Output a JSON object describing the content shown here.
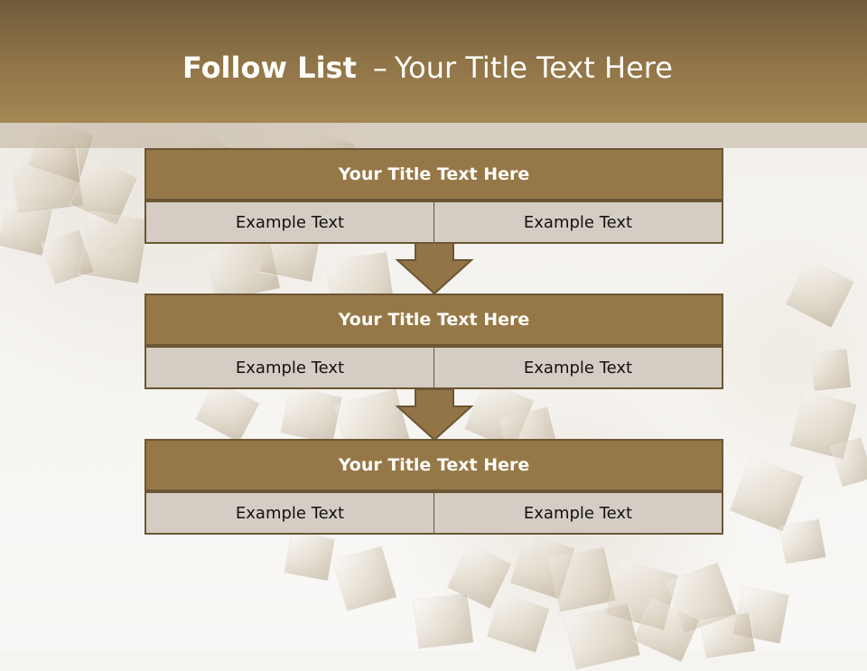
{
  "slide": {
    "title": {
      "strong": "Follow List",
      "separator": "–",
      "rest": "Your Title Text Here"
    },
    "colors": {
      "header_top": "#6f5a3b",
      "header_bottom": "#a58753",
      "block_fill": "#967848",
      "block_border": "#6b5635",
      "cell_fill": "#d5cdc3",
      "arrow_fill": "#927446"
    }
  },
  "steps": [
    {
      "title": "Your Title Text Here",
      "left_text": "Example Text",
      "right_text": "Example Text"
    },
    {
      "title": "Your Title Text Here",
      "left_text": "Example Text",
      "right_text": "Example Text"
    },
    {
      "title": "Your Title Text Here",
      "left_text": "Example Text",
      "right_text": "Example Text"
    }
  ]
}
